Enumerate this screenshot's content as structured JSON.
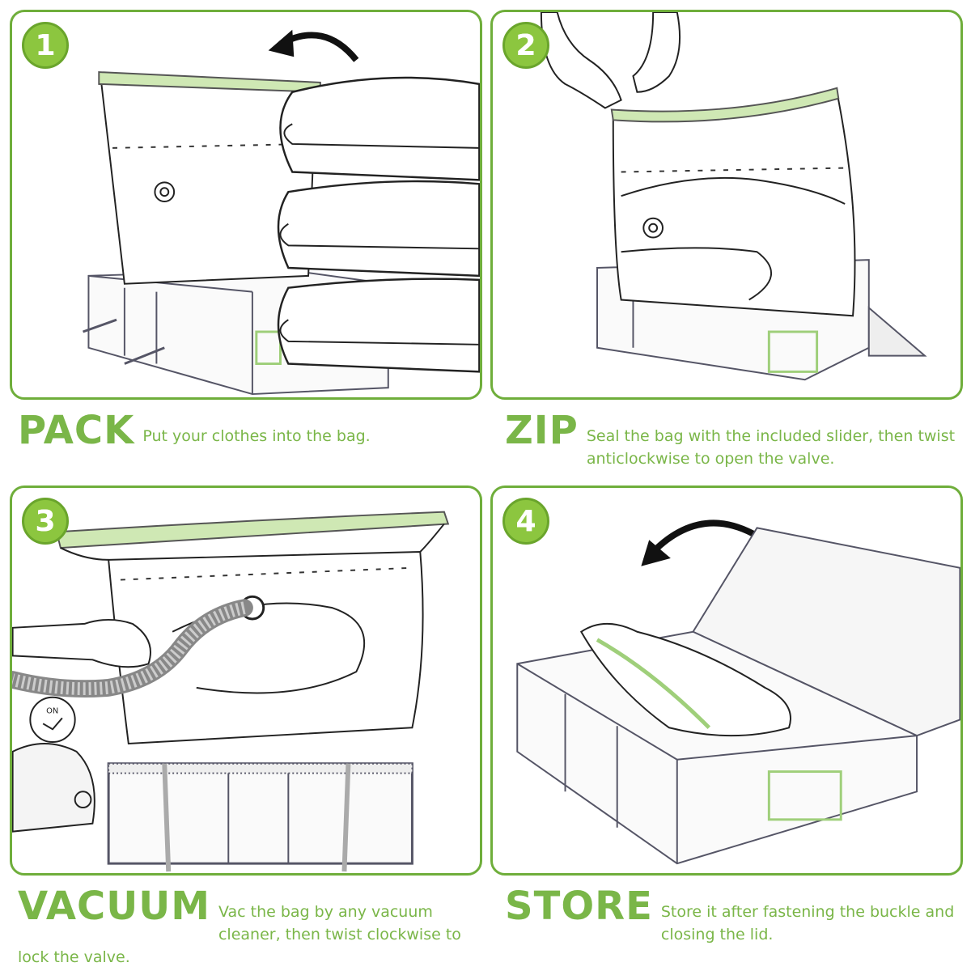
{
  "steps": [
    {
      "number": "1",
      "title": "PACK",
      "text": "Put your clothes into the bag."
    },
    {
      "number": "2",
      "title": "ZIP",
      "text": "Seal the bag with the included slider, then twist anticlockwise to open the valve."
    },
    {
      "number": "3",
      "title": "VACUUM",
      "text": "Vac the bag by any vacuum cleaner, then twist clockwise to lock the valve."
    },
    {
      "number": "4",
      "title": "STORE",
      "text": "Store it after fastening the buckle and closing the lid."
    }
  ],
  "labels": {
    "valve_on": "ON"
  },
  "colors": {
    "accent": "#8cc63f",
    "border": "#6fae3b",
    "text": "#7ab648",
    "line": "#222222",
    "strap": "#9fcf7a"
  }
}
